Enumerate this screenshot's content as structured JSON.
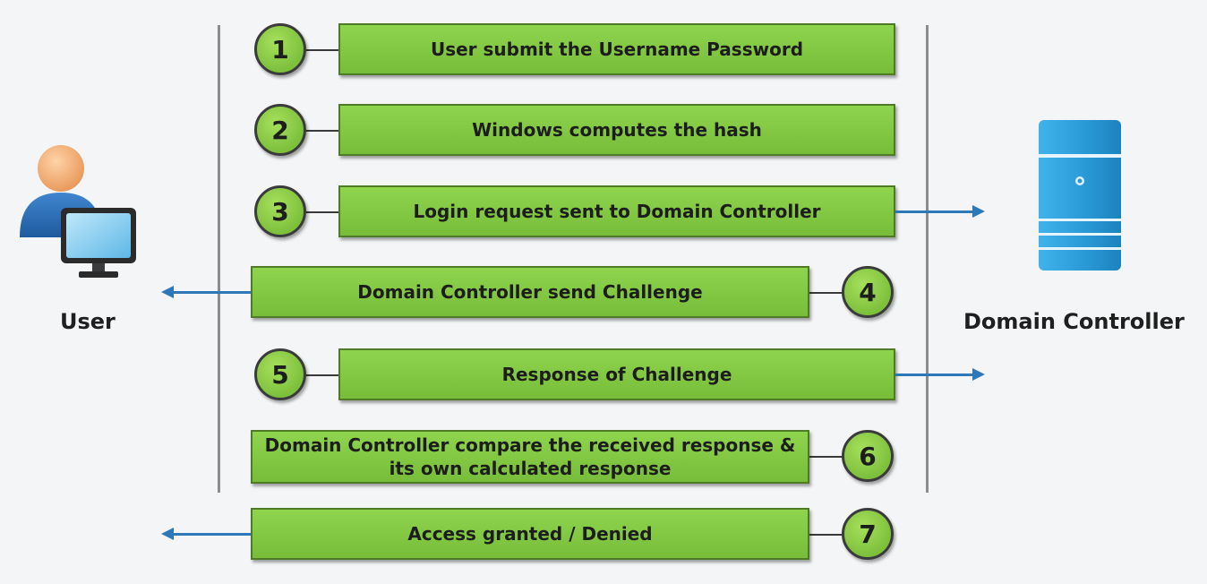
{
  "actors": {
    "user_label": "User",
    "dc_label": "Domain Controller"
  },
  "steps": [
    {
      "number": "1",
      "text": "User submit the Username Password"
    },
    {
      "number": "2",
      "text": "Windows computes the hash"
    },
    {
      "number": "3",
      "text": "Login request sent to Domain Controller"
    },
    {
      "number": "4",
      "text": "Domain Controller send Challenge"
    },
    {
      "number": "5",
      "text": "Response of Challenge"
    },
    {
      "number": "6",
      "text": "Domain Controller compare the received response & its own calculated response"
    },
    {
      "number": "7",
      "text": "Access granted / Denied"
    }
  ],
  "icons": {
    "user": "user-with-computer-icon",
    "server": "server-icon"
  },
  "colors": {
    "box_fill": "#82c743",
    "box_border": "#4f7b26",
    "arrow": "#2f78b7",
    "server": "#2f9fdc"
  }
}
